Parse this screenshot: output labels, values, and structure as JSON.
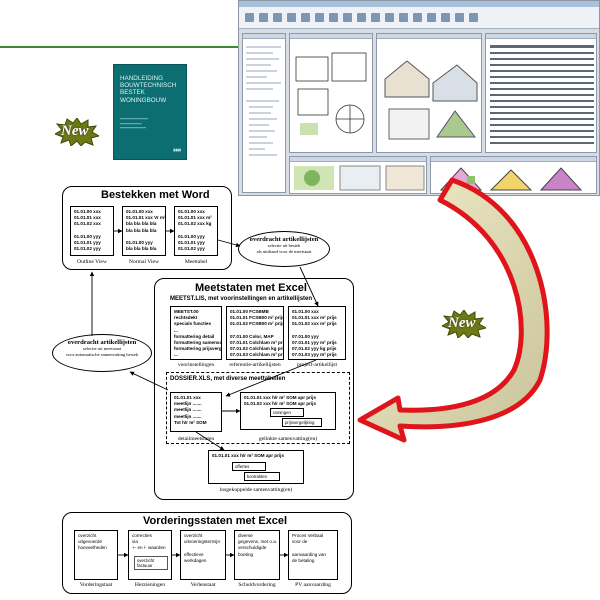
{
  "badges": [
    "New",
    "New"
  ],
  "book": {
    "title": "HANDLEIDING BOUWTECHNISCH BESTEK WONINGBOUW"
  },
  "word": {
    "title": "Bestekken met Word",
    "docs": [
      [
        "01.01.00  xxx",
        "01.01.01  xxx",
        "01.01.02  xxx",
        "",
        "01.01.00  yyy",
        "01.01.01  yyy",
        "01.01.02  yyy"
      ],
      [
        "01.01.00  xxx",
        "01.01.01 xxx Vr m²",
        "bla bla bla bla",
        "bla bla bla bla",
        "",
        "01.01.00 yyy",
        "bla bla bla bla",
        "bla bla bla bla"
      ],
      [
        "01.01.00  xxx",
        "01.01.01  xxx  m²",
        "01.01.02  xxx  kg",
        "",
        "01.01.00  yyy",
        "01.01.01  yyy",
        "01.01.02  yyy"
      ]
    ],
    "captions": [
      "Outline View",
      "Normal View",
      "Meettabel"
    ]
  },
  "ellipse_top": {
    "title": "overdracht artikellijsten",
    "line1": "selectie uit bestek",
    "line2": "als uitdraad voor de meetstaat"
  },
  "ellipse_left": {
    "title": "overdracht artikellijsten",
    "line1": "selectie uit meetstaat",
    "line2": "voor automatische samenvatting bestek"
  },
  "excel": {
    "title": "Meetstaten met  Excel",
    "meetst_title": "MEETST.LIS, met voorinstellingen en artikellijsten",
    "docs": [
      [
        "MEETST.00",
        "rechtsdekt",
        "specials functies",
        "...",
        "formattering detail",
        "formattering samenvatting",
        "formattering prijsvergelijking",
        "..."
      ],
      [
        "01.01.00  FCSBMB",
        "01.01.01  FCSB00  m²  prijs",
        "01.01.02  FCSB00  m²  prijs",
        "",
        "07.01.00  Color, MAP",
        "07.01.01  Colchlam  m³  prijs",
        "07.01.02  Colchlam  kg  prijs",
        "07.01.03  Colchlam  m³  prijs"
      ],
      [
        "01.01.00  xxx",
        "01.01.01  xxx  m²  prijs",
        "01.01.02  xxx  m²  prijs",
        "",
        "07.01.00  yyy",
        "07.01.01  yyy  m²  prijs",
        "07.01.02  yyy  kg  prijs",
        "07.01.03  yyy  m³  prijs"
      ]
    ],
    "captions": [
      "voorinstellingen",
      "referentie-artikellijsten",
      "project-artikellijst"
    ],
    "dossier_title": "DOSSIER.XLS,  met diverse meettabellen",
    "detail_doc": [
      "01.01.01  xxx",
      "meetlijn  .......",
      "meetlijn  .......",
      "meetlijn  .......",
      "Tot  h/r  m²  SOM"
    ],
    "summary_doc": [
      "01.01.01  xxx  h/r  m²  SOM  apr  prijs",
      "01.01.02  xxx  h/r  m²  SOM  apr  prijs"
    ],
    "summary_inner": [
      "ramingen",
      "prijsvergelijking"
    ],
    "detail_caption": "detailmeetstaten",
    "summary_caption": "gelinkte samenvatting(en)",
    "lower_doc": [
      "01.01.01  xxx  h/r  m²  SOM  apr  prijs"
    ],
    "lower_inner": [
      "offertes",
      "kontrakten"
    ],
    "lower_caption": "losgekoppelde samenvatting(en)"
  },
  "vordering": {
    "title": "Vorderingsstaten met Excel",
    "docs": [
      [
        "overzicht",
        "uitgevoerde",
        "hoeveelheden"
      ],
      [
        "correcties",
        "via",
        "+- en /- waarden"
      ],
      [
        "overzicht",
        "uitvoeringstermijn",
        "",
        "effectieve",
        "werkdagen"
      ],
      [
        "diverse",
        "gegevens, met o.a.",
        "verschuldigde",
        "boeting"
      ],
      [
        "Proces Verbaal",
        "voor de",
        "",
        "aanvaarding van",
        "de betaling"
      ]
    ],
    "inner_labels": [
      "overzicht",
      "factuuur"
    ],
    "captions": [
      "Vorderingstaat",
      "Herzieningen",
      "Verlenstaat",
      "Schuldvordering",
      "PV aanvaarding"
    ]
  }
}
